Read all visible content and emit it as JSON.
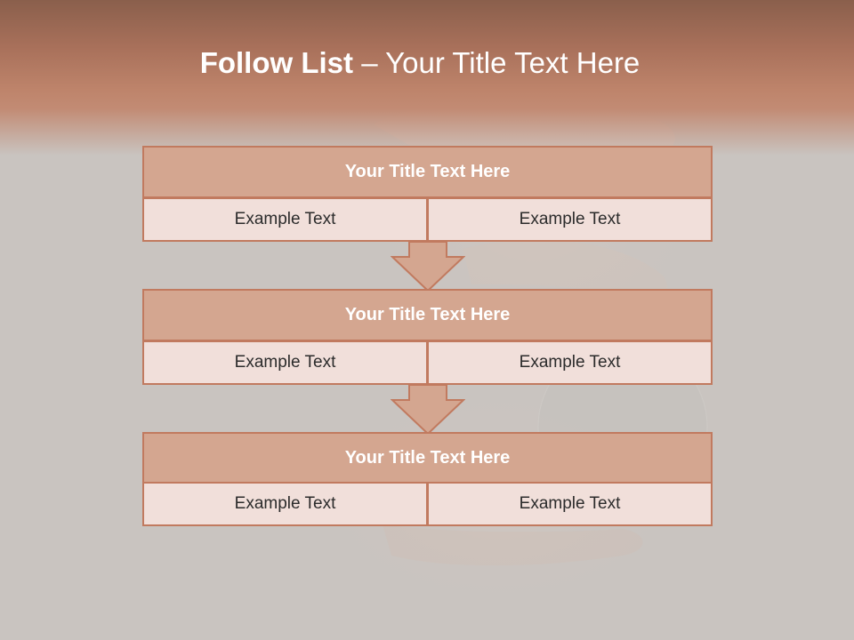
{
  "slide": {
    "title_bold": "Follow List",
    "title_rest": " – Your Title Text Here"
  },
  "blocks": [
    {
      "title": "Your Title Text Here",
      "left_text": "Example Text",
      "right_text": "Example Text"
    },
    {
      "title": "Your Title Text Here",
      "left_text": "Example Text",
      "right_text": "Example Text"
    },
    {
      "title": "Your Title Text Here",
      "left_text": "Example Text",
      "right_text": "Example Text"
    }
  ],
  "colors": {
    "header_dark": "#8a5f4c",
    "header_light": "#c28b74",
    "title_fill": "#d4a690",
    "cell_fill": "#f1dfda",
    "border": "#c17a5f",
    "background": "#c9c4c0"
  },
  "icons": [
    "down-arrow-icon",
    "down-arrow-icon"
  ]
}
